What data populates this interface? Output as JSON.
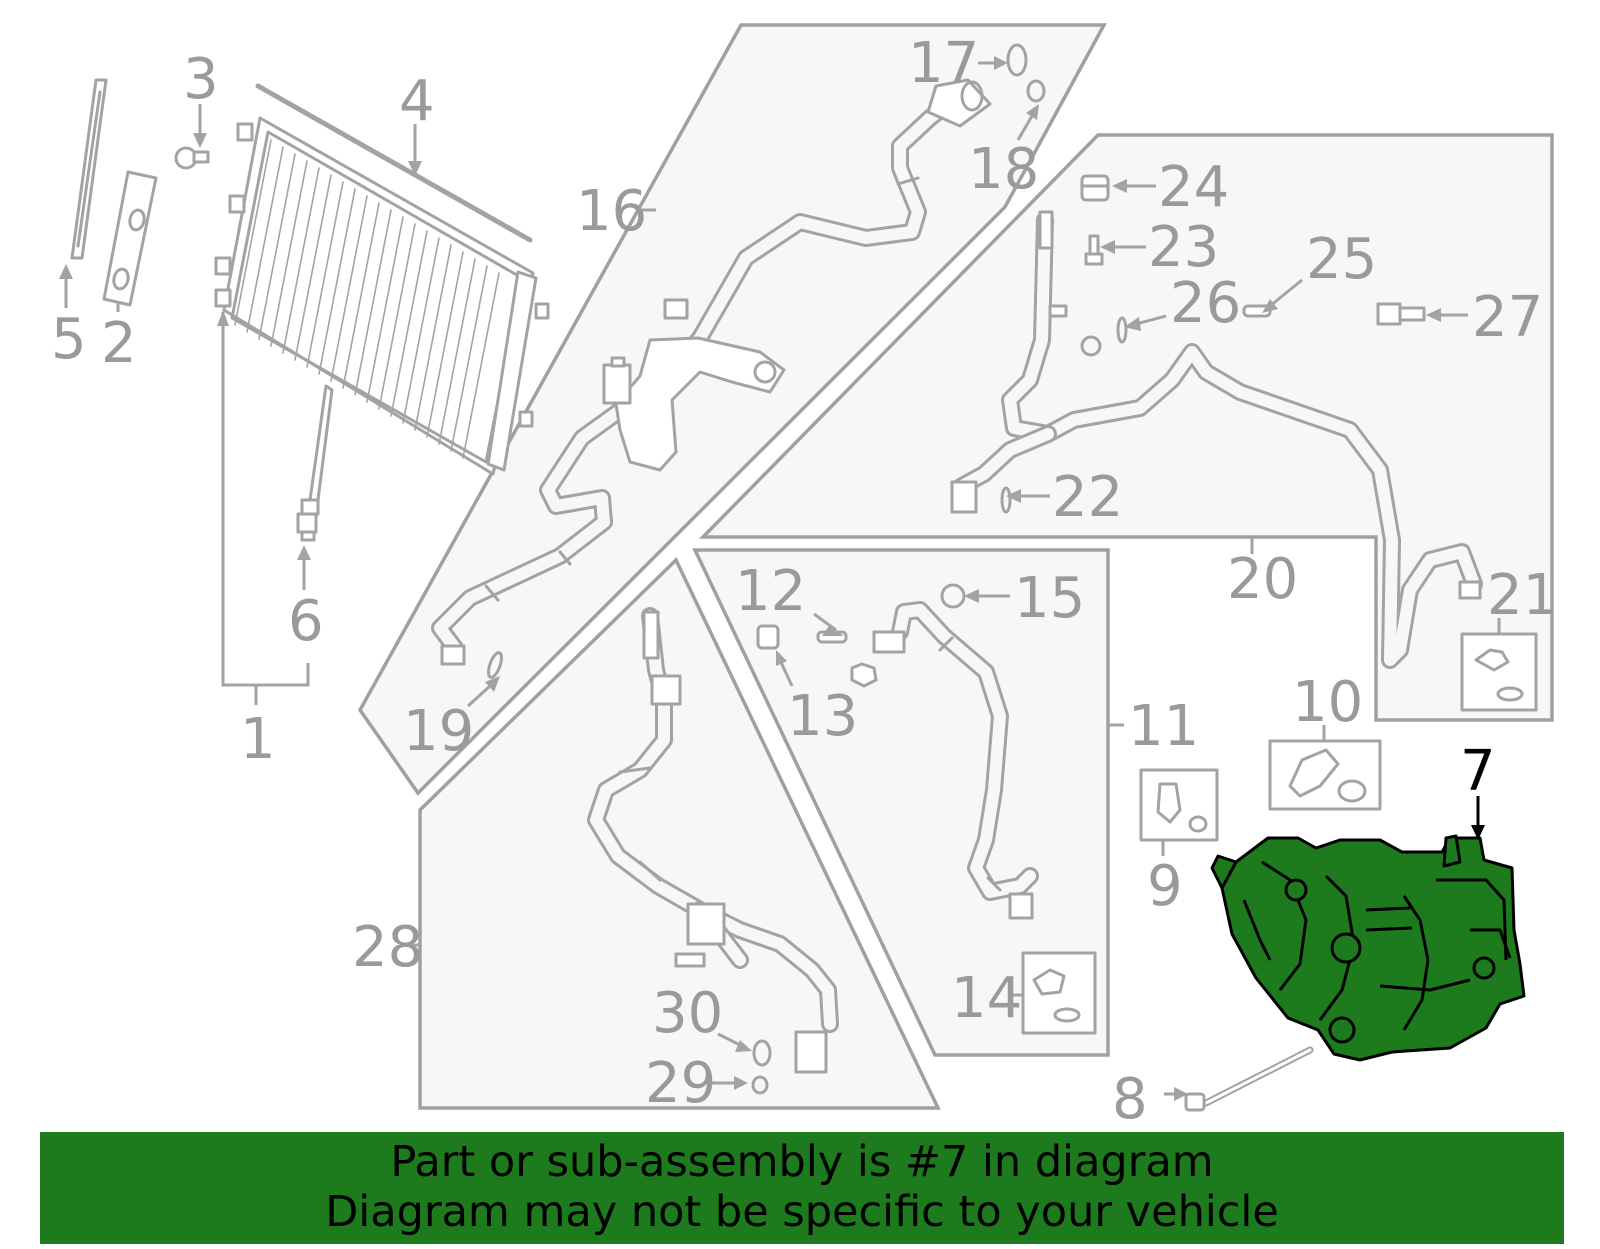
{
  "diagram": {
    "highlight_color": "#1d7a1d",
    "callouts": {
      "c1": "1",
      "c2": "2",
      "c3": "3",
      "c4": "4",
      "c5": "5",
      "c6": "6",
      "c7": "7",
      "c8": "8",
      "c9": "9",
      "c10": "10",
      "c11": "11",
      "c12": "12",
      "c13": "13",
      "c14": "14",
      "c15": "15",
      "c16": "16",
      "c17": "17",
      "c18": "18",
      "c19": "19",
      "c20": "20",
      "c21": "21",
      "c22": "22",
      "c23": "23",
      "c24": "24",
      "c25": "25",
      "c26": "26",
      "c27": "27",
      "c28": "28",
      "c29": "29",
      "c30": "30"
    }
  },
  "banner": {
    "line1": "Part or sub-assembly is #7 in diagram",
    "line2": "Diagram may not be specific to your vehicle",
    "background": "#1d7a1d"
  }
}
